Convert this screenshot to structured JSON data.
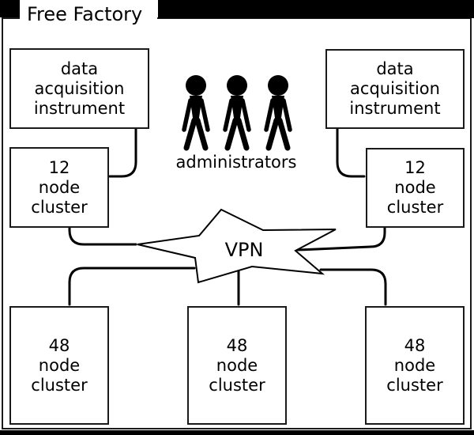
{
  "title": "Free Factory",
  "colors": {
    "ink": "#000000",
    "frame": "#1a1a1a",
    "background": "#ffffff"
  },
  "nodes": {
    "data_acq_left": {
      "lines": [
        "data",
        "acquisition",
        "instrument"
      ]
    },
    "data_acq_right": {
      "lines": [
        "data",
        "acquisition",
        "instrument"
      ]
    },
    "cluster12_left": {
      "lines": [
        "12",
        "node",
        "cluster"
      ]
    },
    "cluster12_right": {
      "lines": [
        "12",
        "node",
        "cluster"
      ]
    },
    "cluster48_left": {
      "lines": [
        "48",
        "node",
        "cluster"
      ]
    },
    "cluster48_middle": {
      "lines": [
        "48",
        "node",
        "cluster"
      ]
    },
    "cluster48_right": {
      "lines": [
        "48",
        "node",
        "cluster"
      ]
    },
    "vpn": {
      "label": "VPN"
    },
    "administrators": {
      "label": "administrators",
      "figure_count": 3
    }
  }
}
